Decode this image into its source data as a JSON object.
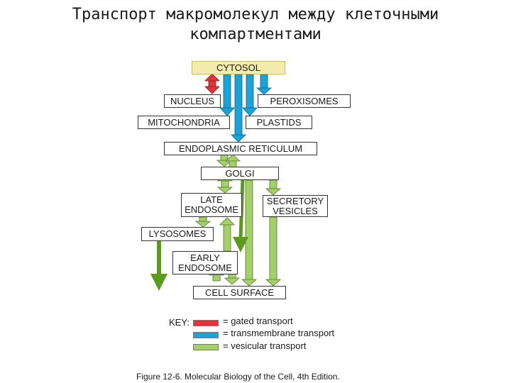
{
  "title": {
    "line1": "Транспорт макромолекул между клеточными",
    "line2": "компартментами"
  },
  "nodes": {
    "cytosol": "CYTOSOL",
    "nucleus": "NUCLEUS",
    "peroxisomes": "PEROXISOMES",
    "mitochondria": "MITOCHONDRIA",
    "plastids": "PLASTIDS",
    "er": "ENDOPLASMIC RETICULUM",
    "golgi": "GOLGI",
    "late_endosome_1": "LATE",
    "late_endosome_2": "ENDOSOME",
    "secretory_1": "SECRETORY",
    "secretory_2": "VESICLES",
    "lysosomes": "LYSOSOMES",
    "early_endosome_1": "EARLY",
    "early_endosome_2": "ENDOSOME",
    "cell_surface": "CELL SURFACE"
  },
  "key": {
    "label": "KEY:",
    "items": [
      {
        "text": "= gated transport",
        "color": "#e0343c"
      },
      {
        "text": "= transmembrane transport",
        "color": "#1aa3d8"
      },
      {
        "text": "= vesicular transport",
        "color": "#a4cf6a"
      }
    ]
  },
  "colors": {
    "gated": "#e0343c",
    "transmembrane": "#1aa3d8",
    "vesicular": "#a4cf6a",
    "overlay_arrow": "#5a9a1c",
    "cytosol_fill": "#f3ecad"
  },
  "caption": "Figure 12-6. Molecular Biology of the Cell, 4th Edition."
}
